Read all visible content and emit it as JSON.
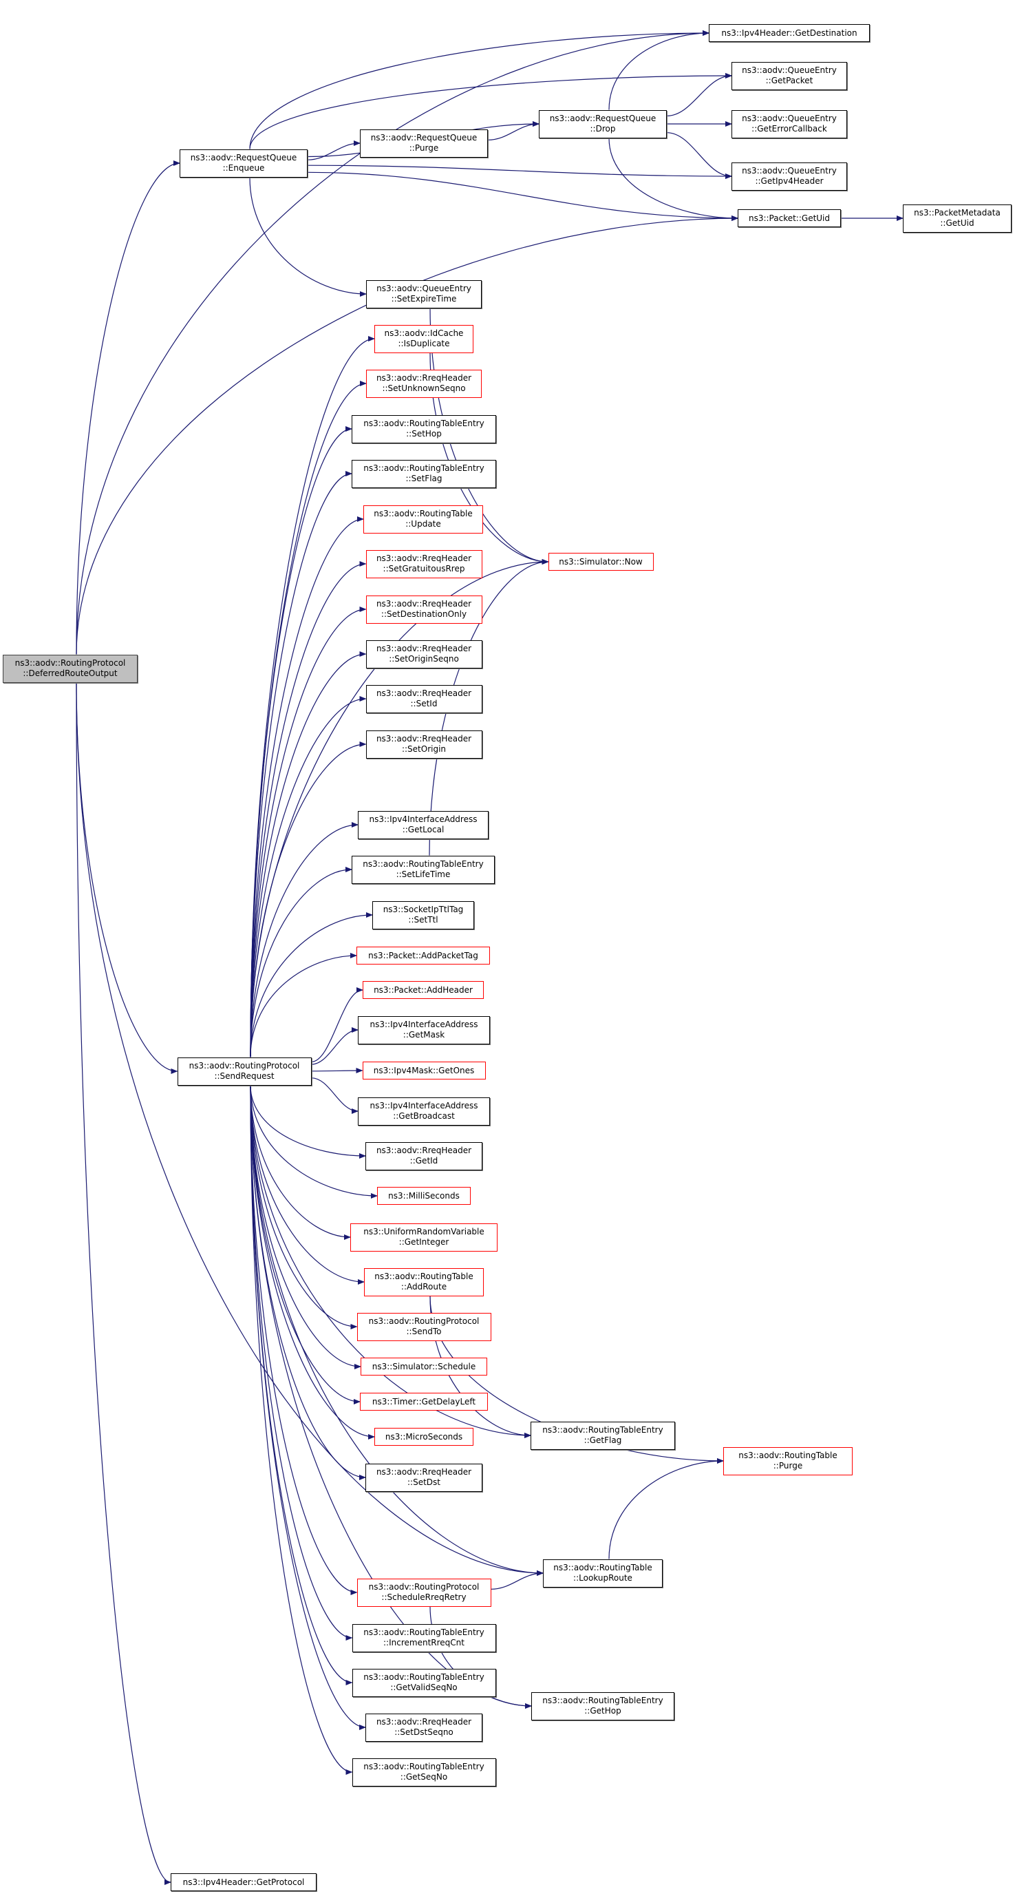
{
  "graph": {
    "edge_color": "#191970",
    "nodes": [
      {
        "id": "root",
        "lines": [
          "ns3::aodv::RoutingProtocol",
          "::DeferredRouteOutput"
        ],
        "red": false,
        "root": true
      },
      {
        "id": "enq",
        "lines": [
          "ns3::aodv::RequestQueue",
          "::Enqueue"
        ],
        "red": false
      },
      {
        "id": "purge",
        "lines": [
          "ns3::aodv::RequestQueue",
          "::Purge"
        ],
        "red": false
      },
      {
        "id": "drop",
        "lines": [
          "ns3::aodv::RequestQueue",
          "::Drop"
        ],
        "red": false
      },
      {
        "id": "dest",
        "lines": [
          "ns3::Ipv4Header::GetDestination"
        ],
        "red": false
      },
      {
        "id": "getpacket",
        "lines": [
          "ns3::aodv::QueueEntry",
          "::GetPacket"
        ],
        "red": false
      },
      {
        "id": "errcb",
        "lines": [
          "ns3::aodv::QueueEntry",
          "::GetErrorCallback"
        ],
        "red": false
      },
      {
        "id": "ipv4hdr",
        "lines": [
          "ns3::aodv::QueueEntry",
          "::GetIpv4Header"
        ],
        "red": false
      },
      {
        "id": "getuid",
        "lines": [
          "ns3::Packet::GetUid"
        ],
        "red": false
      },
      {
        "id": "pmuid",
        "lines": [
          "ns3::PacketMetadata",
          "::GetUid"
        ],
        "red": false
      },
      {
        "id": "expire",
        "lines": [
          "ns3::aodv::QueueEntry",
          "::SetExpireTime"
        ],
        "red": false
      },
      {
        "id": "isdup",
        "lines": [
          "ns3::aodv::IdCache",
          "::IsDuplicate"
        ],
        "red": true
      },
      {
        "id": "unkseq",
        "lines": [
          "ns3::aodv::RreqHeader",
          "::SetUnknownSeqno"
        ],
        "red": true
      },
      {
        "id": "sethop",
        "lines": [
          "ns3::aodv::RoutingTableEntry",
          "::SetHop"
        ],
        "red": false
      },
      {
        "id": "setflag",
        "lines": [
          "ns3::aodv::RoutingTableEntry",
          "::SetFlag"
        ],
        "red": false
      },
      {
        "id": "update",
        "lines": [
          "ns3::aodv::RoutingTable",
          "::Update"
        ],
        "red": true
      },
      {
        "id": "gratuitous",
        "lines": [
          "ns3::aodv::RreqHeader",
          "::SetGratuitousRrep"
        ],
        "red": true
      },
      {
        "id": "destonly",
        "lines": [
          "ns3::aodv::RreqHeader",
          "::SetDestinationOnly"
        ],
        "red": true
      },
      {
        "id": "originseq",
        "lines": [
          "ns3::aodv::RreqHeader",
          "::SetOriginSeqno"
        ],
        "red": false
      },
      {
        "id": "setid",
        "lines": [
          "ns3::aodv::RreqHeader",
          "::SetId"
        ],
        "red": false
      },
      {
        "id": "setorigin",
        "lines": [
          "ns3::aodv::RreqHeader",
          "::SetOrigin"
        ],
        "red": false
      },
      {
        "id": "now",
        "lines": [
          "ns3::Simulator::Now"
        ],
        "red": true
      },
      {
        "id": "getlocal",
        "lines": [
          "ns3::Ipv4InterfaceAddress",
          "::GetLocal"
        ],
        "red": false
      },
      {
        "id": "setlifetime",
        "lines": [
          "ns3::aodv::RoutingTableEntry",
          "::SetLifeTime"
        ],
        "red": false
      },
      {
        "id": "setttl",
        "lines": [
          "ns3::SocketIpTtlTag",
          "::SetTtl"
        ],
        "red": false
      },
      {
        "id": "addtag",
        "lines": [
          "ns3::Packet::AddPacketTag"
        ],
        "red": true
      },
      {
        "id": "addheader",
        "lines": [
          "ns3::Packet::AddHeader"
        ],
        "red": true
      },
      {
        "id": "sendreq",
        "lines": [
          "ns3::aodv::RoutingProtocol",
          "::SendRequest"
        ],
        "red": false
      },
      {
        "id": "getmask",
        "lines": [
          "ns3::Ipv4InterfaceAddress",
          "::GetMask"
        ],
        "red": false
      },
      {
        "id": "getones",
        "lines": [
          "ns3::Ipv4Mask::GetOnes"
        ],
        "red": true
      },
      {
        "id": "getbcast",
        "lines": [
          "ns3::Ipv4InterfaceAddress",
          "::GetBroadcast"
        ],
        "red": false
      },
      {
        "id": "getid",
        "lines": [
          "ns3::aodv::RreqHeader",
          "::GetId"
        ],
        "red": false
      },
      {
        "id": "milli",
        "lines": [
          "ns3::MilliSeconds"
        ],
        "red": true
      },
      {
        "id": "getint",
        "lines": [
          "ns3::UniformRandomVariable",
          "::GetInteger"
        ],
        "red": true
      },
      {
        "id": "addroute",
        "lines": [
          "ns3::aodv::RoutingTable",
          "::AddRoute"
        ],
        "red": true
      },
      {
        "id": "sendto",
        "lines": [
          "ns3::aodv::RoutingProtocol",
          "::SendTo"
        ],
        "red": true
      },
      {
        "id": "schedule",
        "lines": [
          "ns3::Simulator::Schedule"
        ],
        "red": true
      },
      {
        "id": "delayleft",
        "lines": [
          "ns3::Timer::GetDelayLeft"
        ],
        "red": true
      },
      {
        "id": "micro",
        "lines": [
          "ns3::MicroSeconds"
        ],
        "red": true
      },
      {
        "id": "setdst",
        "lines": [
          "ns3::aodv::RreqHeader",
          "::SetDst"
        ],
        "red": false
      },
      {
        "id": "getflag",
        "lines": [
          "ns3::aodv::RoutingTableEntry",
          "::GetFlag"
        ],
        "red": false
      },
      {
        "id": "rtpurge",
        "lines": [
          "ns3::aodv::RoutingTable",
          "::Purge"
        ],
        "red": true
      },
      {
        "id": "lookup",
        "lines": [
          "ns3::aodv::RoutingTable",
          "::LookupRoute"
        ],
        "red": false
      },
      {
        "id": "schedretry",
        "lines": [
          "ns3::aodv::RoutingProtocol",
          "::ScheduleRreqRetry"
        ],
        "red": true
      },
      {
        "id": "incr",
        "lines": [
          "ns3::aodv::RoutingTableEntry",
          "::IncrementRreqCnt"
        ],
        "red": false
      },
      {
        "id": "validseq",
        "lines": [
          "ns3::aodv::RoutingTableEntry",
          "::GetValidSeqNo"
        ],
        "red": false
      },
      {
        "id": "gethop",
        "lines": [
          "ns3::aodv::RoutingTableEntry",
          "::GetHop"
        ],
        "red": false
      },
      {
        "id": "dstseq",
        "lines": [
          "ns3::aodv::RreqHeader",
          "::SetDstSeqno"
        ],
        "red": false
      },
      {
        "id": "getseq",
        "lines": [
          "ns3::aodv::RoutingTableEntry",
          "::GetSeqNo"
        ],
        "red": false
      },
      {
        "id": "getproto",
        "lines": [
          "ns3::Ipv4Header::GetProtocol"
        ],
        "red": false
      }
    ],
    "edges": [
      [
        "root",
        "dest"
      ],
      [
        "root",
        "enq"
      ],
      [
        "root",
        "getuid"
      ],
      [
        "root",
        "sendreq"
      ],
      [
        "root",
        "lookup"
      ],
      [
        "root",
        "getproto"
      ],
      [
        "enq",
        "dest"
      ],
      [
        "enq",
        "getpacket"
      ],
      [
        "enq",
        "drop"
      ],
      [
        "enq",
        "purge"
      ],
      [
        "enq",
        "ipv4hdr"
      ],
      [
        "enq",
        "getuid"
      ],
      [
        "enq",
        "expire"
      ],
      [
        "purge",
        "drop"
      ],
      [
        "drop",
        "dest"
      ],
      [
        "drop",
        "getpacket"
      ],
      [
        "drop",
        "errcb"
      ],
      [
        "drop",
        "ipv4hdr"
      ],
      [
        "drop",
        "getuid"
      ],
      [
        "getuid",
        "pmuid"
      ],
      [
        "expire",
        "now"
      ],
      [
        "isdup",
        "now"
      ],
      [
        "setlifetime",
        "now"
      ],
      [
        "sendreq",
        "now"
      ],
      [
        "sendreq",
        "isdup"
      ],
      [
        "sendreq",
        "unkseq"
      ],
      [
        "sendreq",
        "sethop"
      ],
      [
        "sendreq",
        "setflag"
      ],
      [
        "sendreq",
        "update"
      ],
      [
        "sendreq",
        "gratuitous"
      ],
      [
        "sendreq",
        "destonly"
      ],
      [
        "sendreq",
        "originseq"
      ],
      [
        "sendreq",
        "setid"
      ],
      [
        "sendreq",
        "setorigin"
      ],
      [
        "sendreq",
        "getlocal"
      ],
      [
        "sendreq",
        "setlifetime"
      ],
      [
        "sendreq",
        "setttl"
      ],
      [
        "sendreq",
        "addtag"
      ],
      [
        "sendreq",
        "addheader"
      ],
      [
        "sendreq",
        "getmask"
      ],
      [
        "sendreq",
        "getones"
      ],
      [
        "sendreq",
        "getbcast"
      ],
      [
        "sendreq",
        "getid"
      ],
      [
        "sendreq",
        "milli"
      ],
      [
        "sendreq",
        "getint"
      ],
      [
        "sendreq",
        "addroute"
      ],
      [
        "sendreq",
        "sendto"
      ],
      [
        "sendreq",
        "schedule"
      ],
      [
        "sendreq",
        "delayleft"
      ],
      [
        "sendreq",
        "micro"
      ],
      [
        "sendreq",
        "setdst"
      ],
      [
        "sendreq",
        "getflag"
      ],
      [
        "sendreq",
        "lookup"
      ],
      [
        "sendreq",
        "schedretry"
      ],
      [
        "sendreq",
        "incr"
      ],
      [
        "sendreq",
        "validseq"
      ],
      [
        "sendreq",
        "dstseq"
      ],
      [
        "sendreq",
        "getseq"
      ],
      [
        "sendreq",
        "gethop"
      ],
      [
        "addroute",
        "getflag"
      ],
      [
        "addroute",
        "rtpurge"
      ],
      [
        "lookup",
        "rtpurge"
      ],
      [
        "schedretry",
        "lookup"
      ],
      [
        "schedretry",
        "gethop"
      ]
    ]
  }
}
